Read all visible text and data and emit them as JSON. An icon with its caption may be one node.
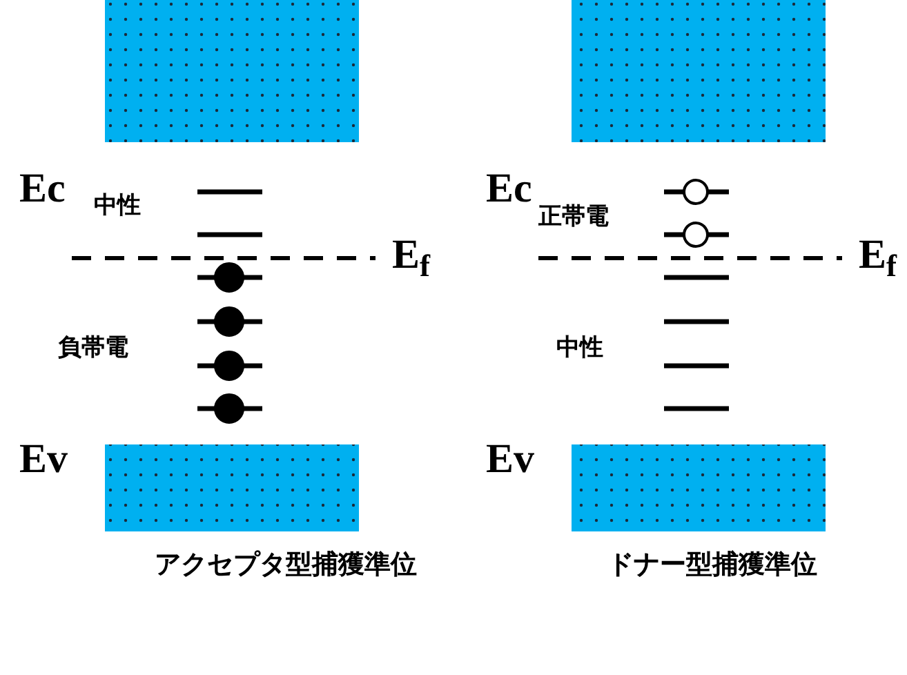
{
  "diagram": {
    "nodes": [
      {
        "text": [],
        "shape": "bar"
      },
      {
        "text": [],
        "shape": "bar"
      },
      {
        "text": [],
        "shape": "bar"
      },
      {
        "text": [],
        "shape": "bar"
      }
    ],
    "labels": [
      "Ec",
      "Ec",
      "中性",
      "正帯電",
      "E$_{f}$",
      "E$_{f}$",
      "負帯電",
      "中性",
      "Ev",
      "Ev",
      "アクセプタ型捕獲準位",
      "ドナー型捕獲準位"
    ]
  }
}
